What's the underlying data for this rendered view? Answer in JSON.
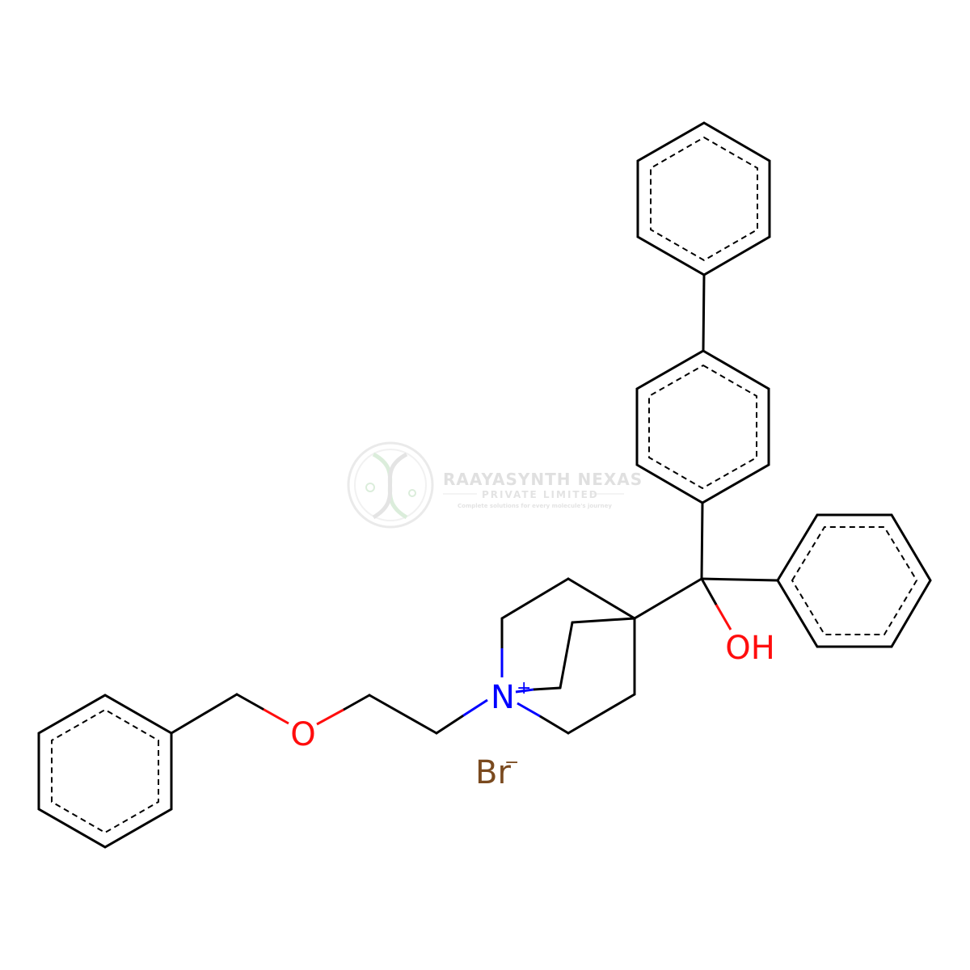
{
  "molecule": {
    "atoms": {
      "oxygen_ether": "O",
      "nitrogen_cation": "N",
      "nitrogen_charge": "+",
      "hydroxyl": "OH",
      "bromide": "Br",
      "bromide_charge": "−"
    },
    "colors": {
      "bond": "#000000",
      "oxygen": "#ff0d0d",
      "nitrogen": "#0000ff",
      "bromine": "#7a4a1f"
    }
  },
  "watermark": {
    "company": "RAAYASYNTH NEXAS",
    "subtitle": "PRIVATE LIMITED",
    "tagline": "Complete solutions for every molecule's journey",
    "logo_icon": "dna-helix-icon"
  }
}
